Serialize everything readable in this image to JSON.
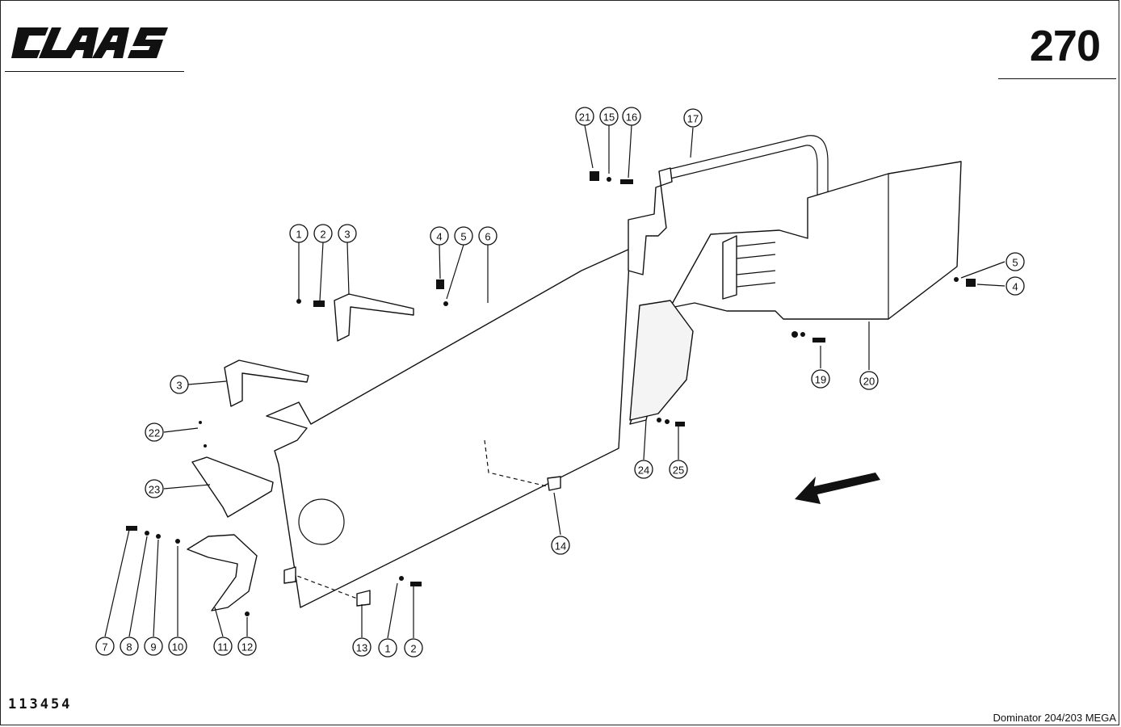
{
  "header": {
    "brand": "CLAAS",
    "page_number": "270"
  },
  "footer": {
    "document_id": "113454",
    "model": "Dominator 204/203 MEGA"
  },
  "diagram": {
    "callouts": [
      "21",
      "15",
      "16",
      "17",
      "1",
      "2",
      "3",
      "4",
      "5",
      "6",
      "5",
      "4",
      "3",
      "19",
      "20",
      "22",
      "23",
      "24",
      "25",
      "14",
      "7",
      "8",
      "9",
      "10",
      "11",
      "12",
      "13",
      "1",
      "2"
    ]
  }
}
